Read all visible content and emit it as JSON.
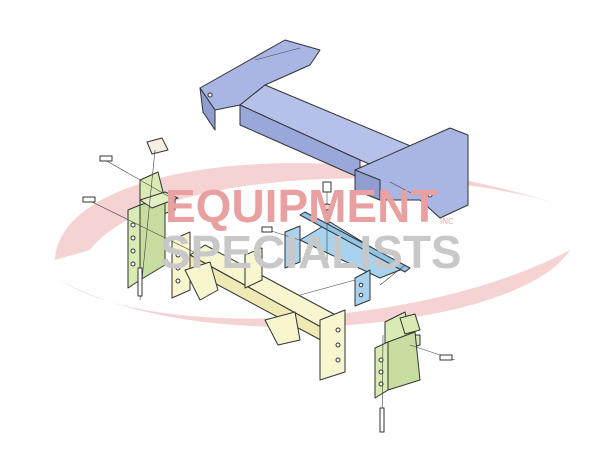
{
  "watermark": {
    "line1": "EQUIPMENT",
    "line2": "SPECIALISTS",
    "suffix": "INC",
    "colors": {
      "swoosh": "#f2c4c4",
      "line1": "#e8a0a0",
      "line2": "#c8c8c8"
    }
  },
  "diagram": {
    "parts": [
      {
        "name": "vehicle-frame",
        "color": "#a9b6e4"
      },
      {
        "name": "crossmember-receiver",
        "color": "#f8f6cf"
      },
      {
        "name": "left-mount-bracket",
        "color": "#d9ebb5"
      },
      {
        "name": "right-mount-bracket",
        "color": "#d9ebb5"
      },
      {
        "name": "center-support-bracket",
        "color": "#a8d2ee"
      },
      {
        "name": "bolts",
        "color": "#ffffff"
      }
    ]
  }
}
